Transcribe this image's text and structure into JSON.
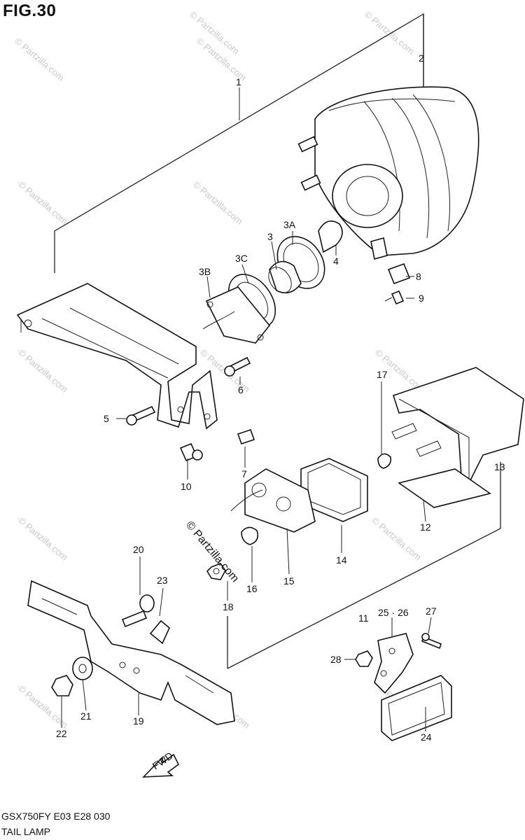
{
  "header": {
    "figure_label": "FIG.30"
  },
  "footer": {
    "model_code": "GSX750FY E03 E28 030",
    "title": "TAIL LAMP"
  },
  "watermark": {
    "text": "© Partzilla.com"
  },
  "center_watermark": {
    "text": "© Partzilla.com"
  },
  "fwd_label": "FWD",
  "callouts": [
    "1",
    "2",
    "3",
    "3A",
    "3B",
    "3C",
    "4",
    "5",
    "6",
    "7",
    "8",
    "9",
    "10",
    "11",
    "12",
    "13",
    "14",
    "15",
    "16",
    "17",
    "18",
    "19",
    "20",
    "21",
    "22",
    "23",
    "24",
    "25 · 26",
    "27",
    "28"
  ]
}
